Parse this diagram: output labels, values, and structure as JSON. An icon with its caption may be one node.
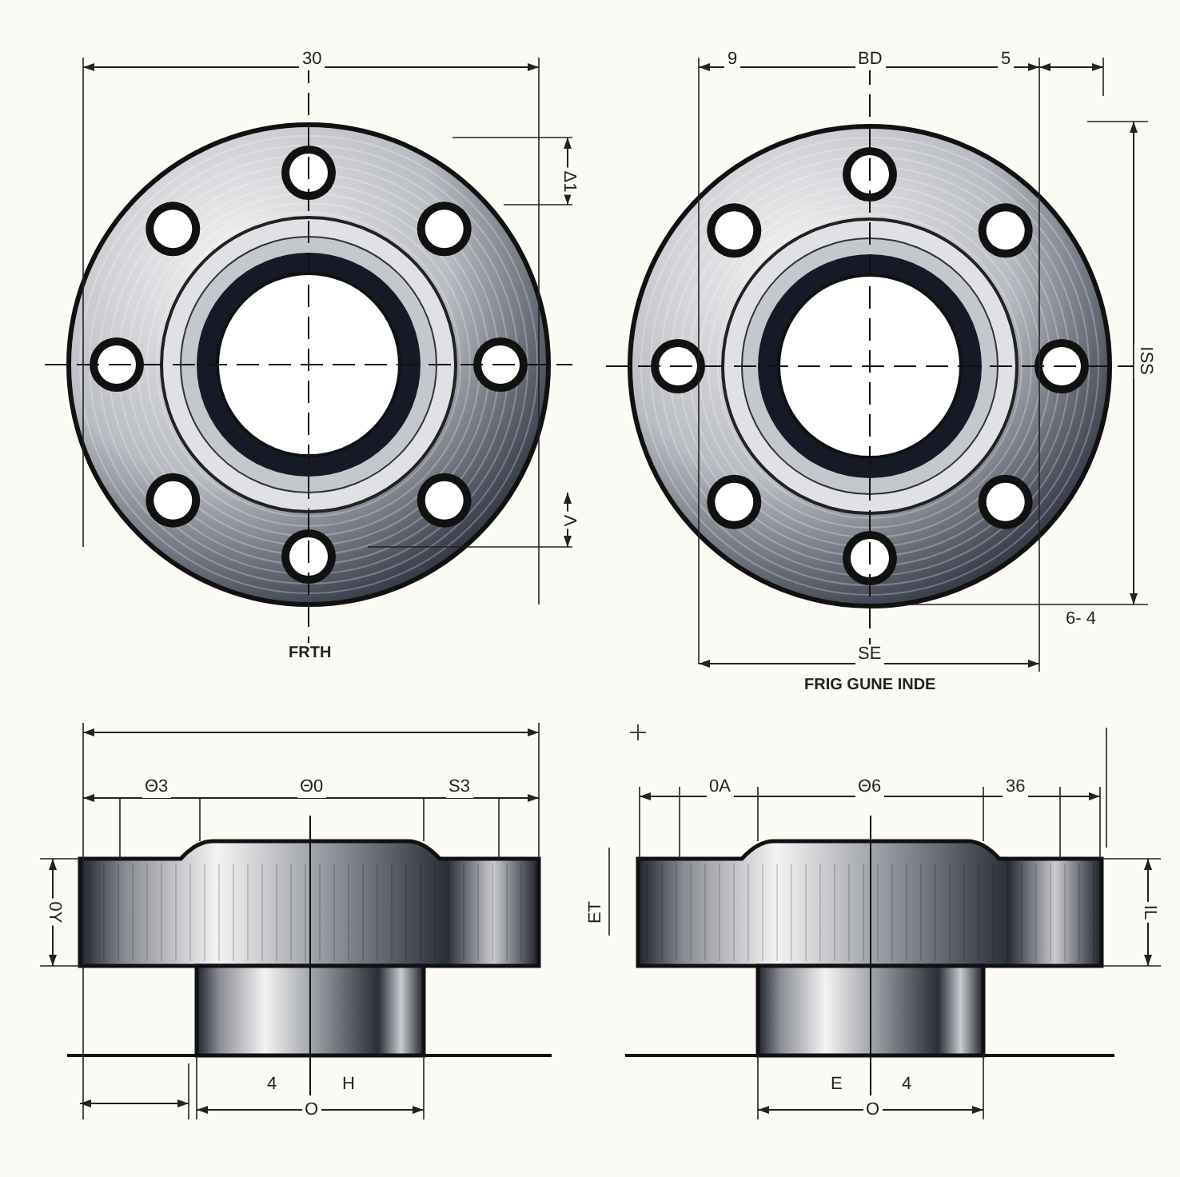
{
  "diagram": {
    "labels": [
      "30",
      "9",
      "BD",
      "5",
      "Δ1",
      "Λ",
      "ISS",
      "6- 4",
      "FRTH",
      "SE",
      "FRIG GUNE INDE",
      "Θ3",
      "Θ0",
      "S3",
      "0Y",
      "4",
      "H",
      "O",
      "0A",
      "Θ6",
      "36",
      "ET",
      "IL",
      "E",
      "4",
      "O"
    ]
  }
}
